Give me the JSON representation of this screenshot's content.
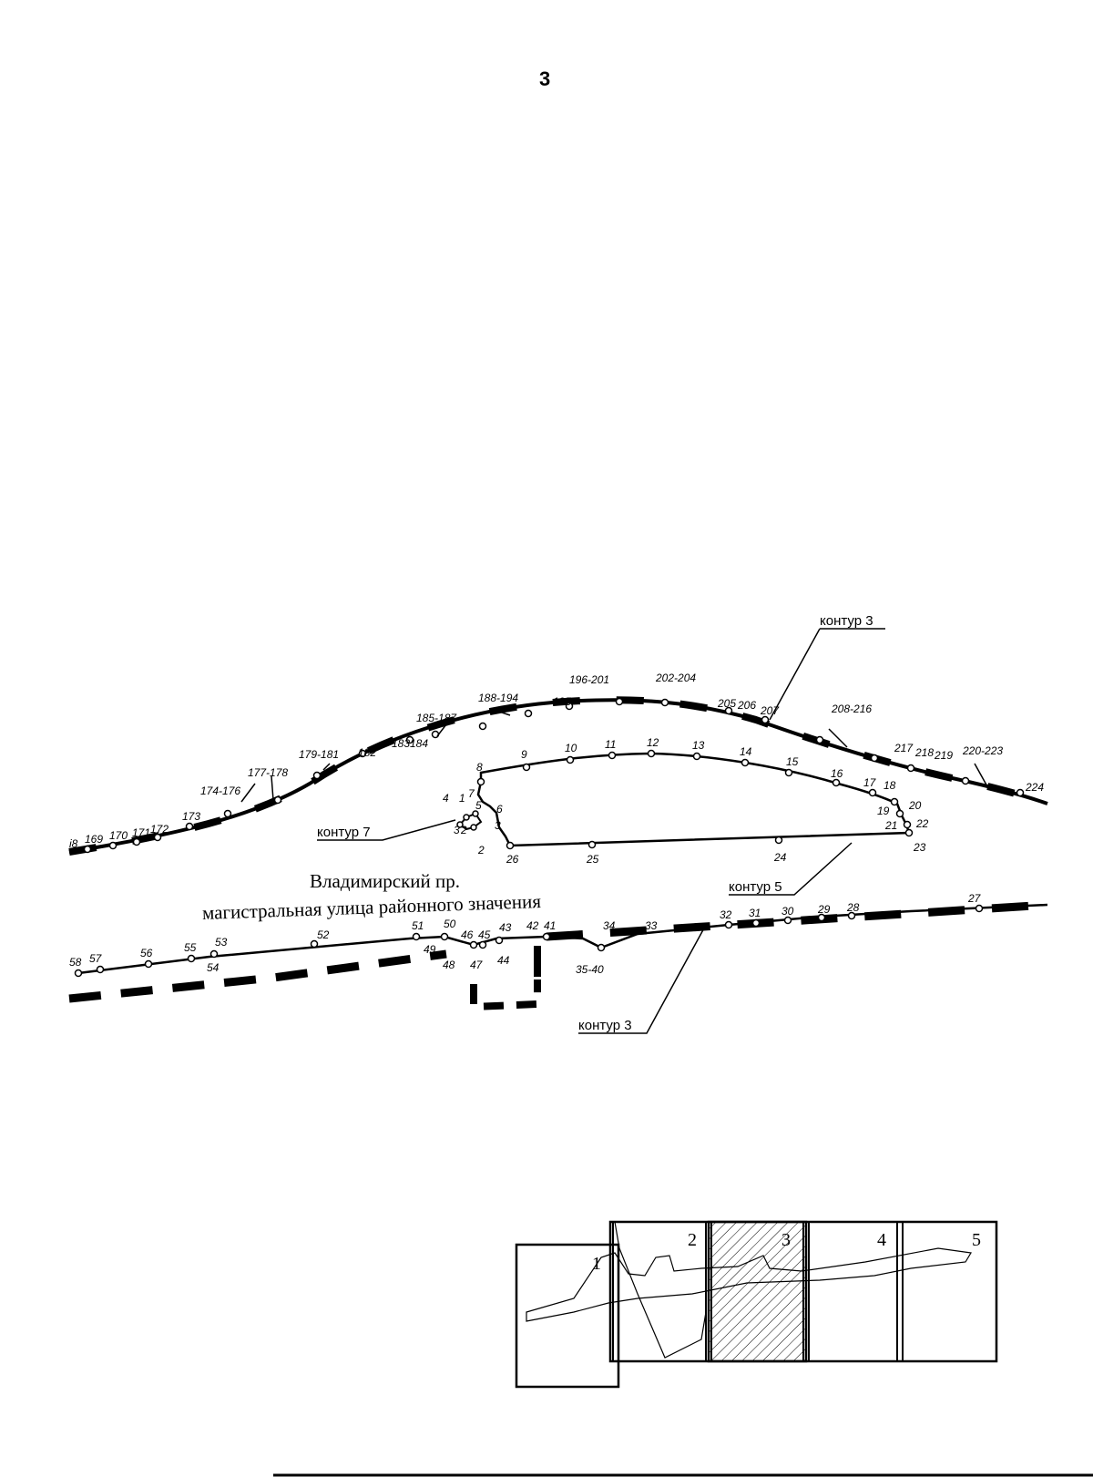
{
  "page_number": "3",
  "street": {
    "name": "Владимирский пр.",
    "category": "магистральная улица районного значения"
  },
  "contour_labels": [
    "контур 3",
    "контур 7",
    "контур 5",
    "контур 3"
  ],
  "upper_line_labels": [
    "i8",
    "169",
    "170",
    "171",
    "172",
    "173",
    "174-176",
    "177-178",
    "179-181",
    "182",
    "183",
    "184",
    "185-187",
    "188-194",
    "195",
    "196-201",
    "202-204",
    "205",
    "206",
    "207",
    "208-216",
    "217",
    "218",
    "219",
    "220-223",
    "224"
  ],
  "contour7_labels": [
    "1",
    "2",
    "3",
    "4",
    "5",
    "6",
    "7",
    "2",
    "3"
  ],
  "contour5_labels": [
    "8",
    "9",
    "10",
    "11",
    "12",
    "13",
    "14",
    "15",
    "16",
    "17",
    "18",
    "19",
    "20",
    "21",
    "22",
    "23",
    "24",
    "25",
    "26"
  ],
  "lower_line_labels": [
    "58",
    "57",
    "56",
    "55",
    "53",
    "54",
    "52",
    "51",
    "50",
    "49",
    "48",
    "46",
    "47",
    "45",
    "43",
    "44",
    "42",
    "41",
    "34",
    "35-40",
    "33",
    "32",
    "31",
    "30",
    "29",
    "28",
    "27"
  ],
  "overview_sheets": [
    "1",
    "2",
    "3",
    "4",
    "5"
  ],
  "current_sheet": "3"
}
